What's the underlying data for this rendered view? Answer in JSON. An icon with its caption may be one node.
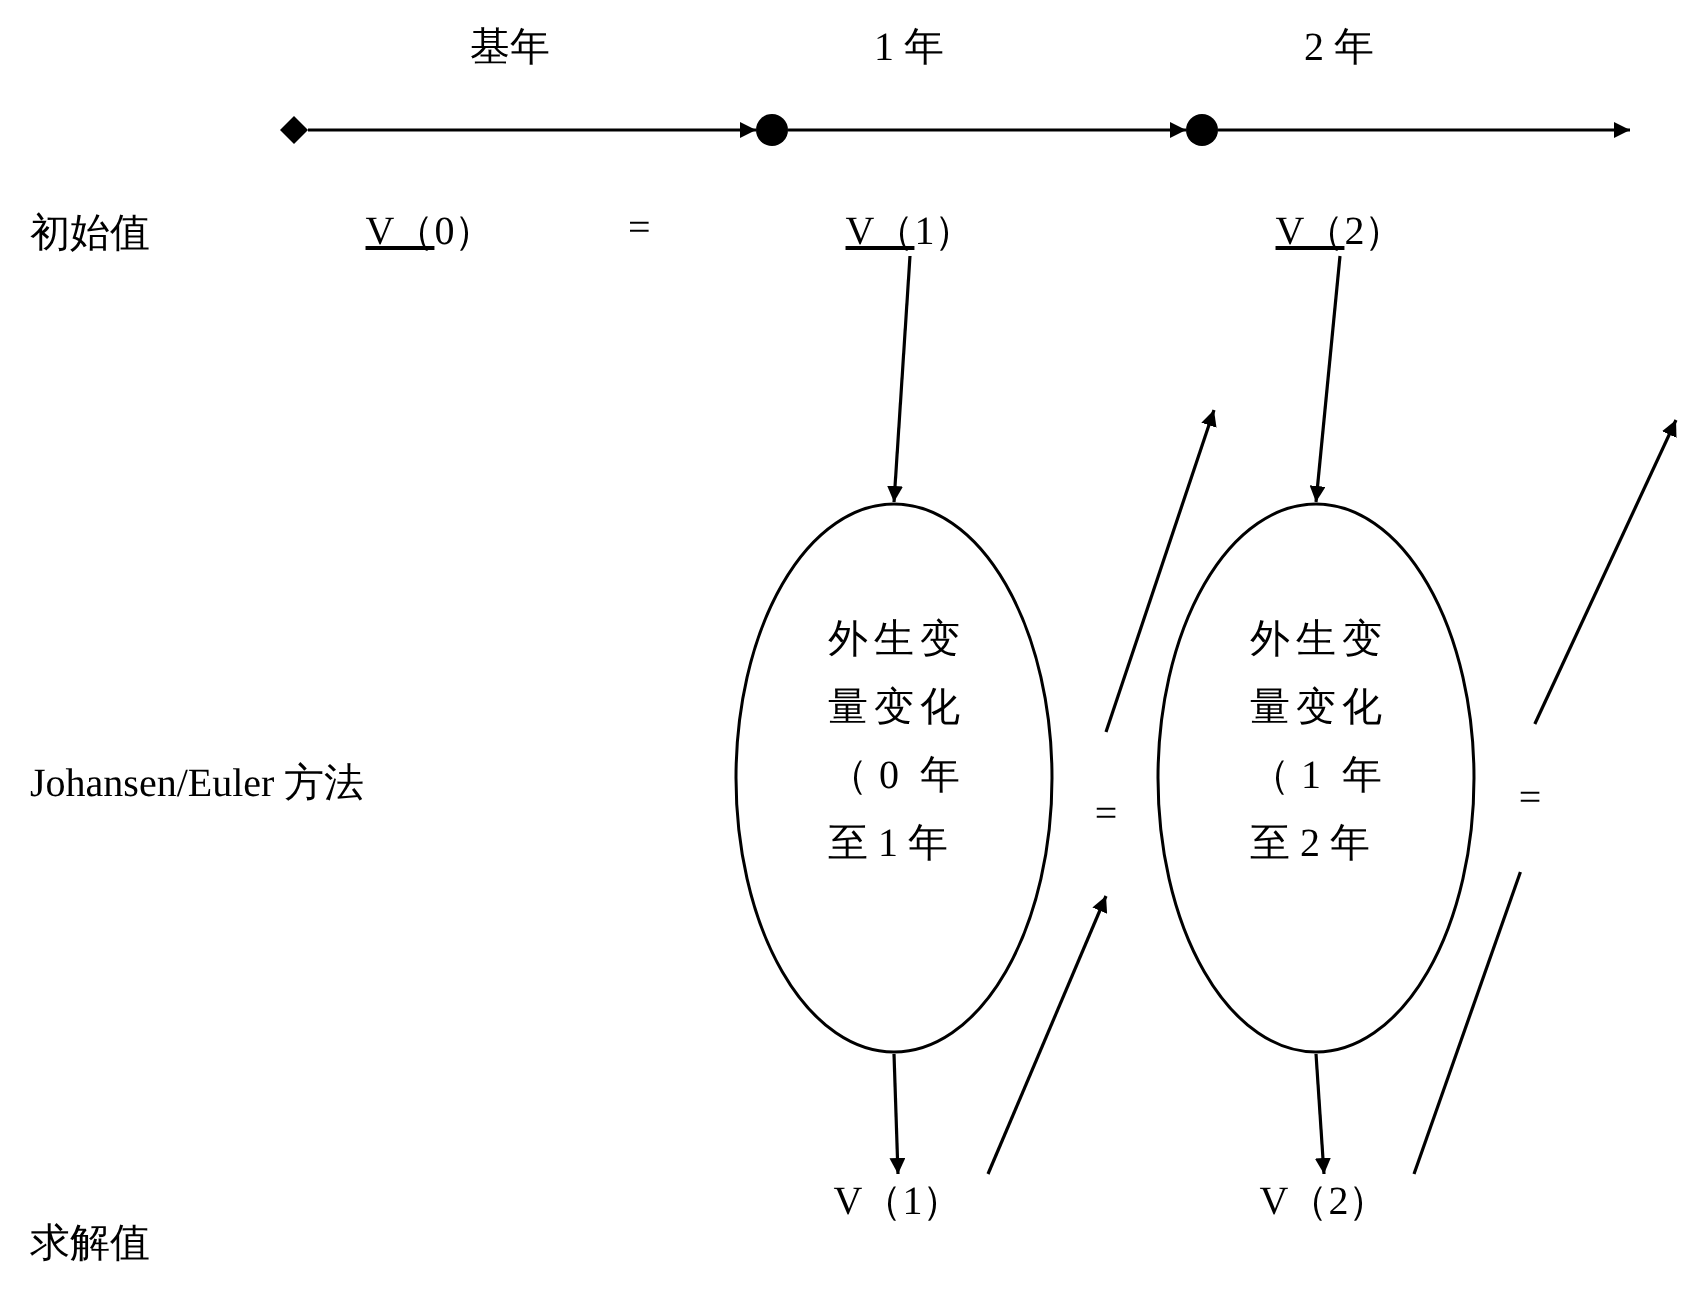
{
  "diagram": {
    "nodes": [
      {
        "text": [],
        "shape": "diamond"
      },
      {
        "text": [],
        "shape": "circle"
      },
      {
        "text": [],
        "shape": "circle"
      },
      {
        "text": [
          "V（0）"
        ]
      },
      {
        "text": [
          "V（1）"
        ]
      },
      {
        "text": [
          "V（2）"
        ]
      },
      {
        "text": [
          "外生变量变化（0 年至 1 年"
        ]
      },
      {
        "text": [
          "外生变量变化（1 年至 2 年"
        ]
      },
      {
        "text": [
          "V（1）"
        ]
      },
      {
        "text": [
          "V（2）"
        ]
      },
      {
        "text": [
          "="
        ]
      },
      {
        "text": [
          "="
        ]
      }
    ],
    "edges": [
      {
        "from": 0,
        "to": 1,
        "arrow": "to"
      },
      {
        "from": 1,
        "to": 2,
        "arrow": "to"
      },
      {
        "from": 2,
        "to": null,
        "arrow": "to"
      },
      {
        "from": 4,
        "to": 6,
        "arrow": "to"
      },
      {
        "from": 5,
        "to": 7,
        "arrow": "to"
      },
      {
        "from": 6,
        "to": 8,
        "arrow": "to"
      },
      {
        "from": 7,
        "to": 9,
        "arrow": "to"
      },
      {
        "from": 8,
        "to": 10,
        "arrow": "to"
      },
      {
        "from": 10,
        "to": null,
        "arrow": "to"
      },
      {
        "from": 9,
        "to": 11,
        "arrow": "none"
      },
      {
        "from": 11,
        "to": null,
        "arrow": "to"
      }
    ],
    "labels": [
      "基年",
      "1 年",
      "2 年",
      "初始值",
      "=",
      "Johansen/Euler 方法",
      "求解值"
    ]
  }
}
